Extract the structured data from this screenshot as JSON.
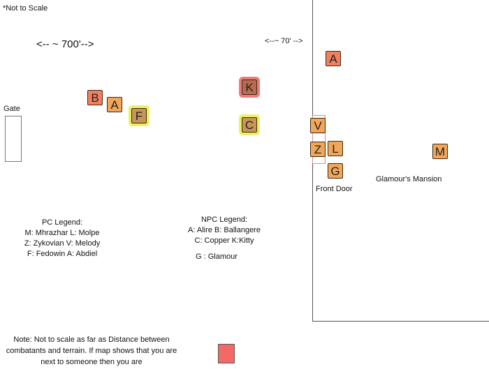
{
  "notes": {
    "not_to_scale": "*Not to Scale",
    "distance_700": "<-- ~ 700'-->",
    "distance_70": "<--~ 70' -->",
    "bottom_note": "Note: Not to scale as far as Distance between combatants and terrain. If map shows that you are next to someone then you are"
  },
  "labels": {
    "gate": "Gate",
    "front_door": "Front Door",
    "mansion": "Glamour's Mansion"
  },
  "tokens": {
    "a_top": "A",
    "b": "B",
    "a_left": "A",
    "f": "F",
    "k": "K",
    "c": "C",
    "v": "V",
    "z": "Z",
    "l": "L",
    "g": "G",
    "m": "M"
  },
  "pc_legend": {
    "title": "PC Legend:",
    "rows": [
      "M: Mhrazhar   L: Molpe",
      "Z: Zykovian    V: Melody",
      "F: Fedowin     A: Abdiel"
    ]
  },
  "npc_legend": {
    "title": "NPC Legend:",
    "rows": [
      "A: Alire   B: Ballangere",
      "C: Copper        K:Kitty"
    ],
    "extra": "G : Glamour"
  },
  "colors": {
    "npc_token": "#f08060",
    "pc_token": "#f2a65a",
    "highlight_red": "#e65050",
    "highlight_yellow": "#e6f046"
  }
}
